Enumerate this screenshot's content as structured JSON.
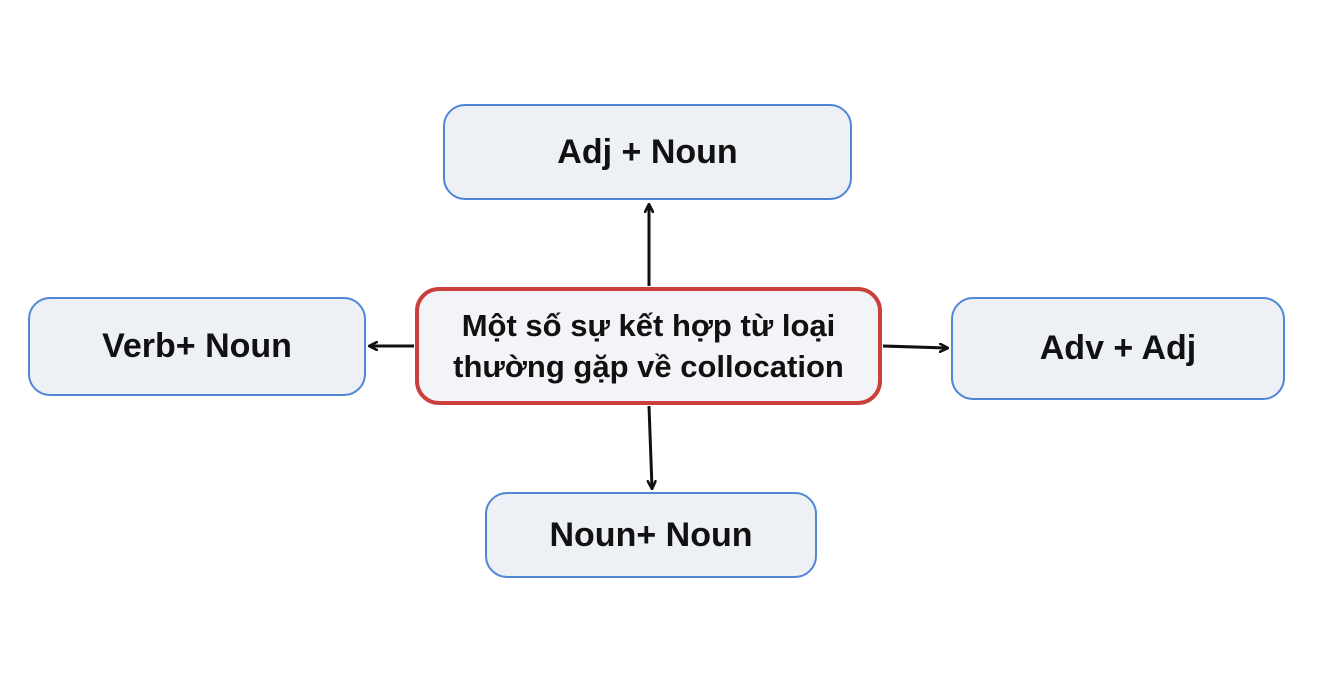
{
  "diagram": {
    "center": {
      "line1": "Một số sự kết hợp từ loại",
      "line2": "thường gặp về collocation"
    },
    "nodes": {
      "top": "Adj + Noun",
      "left": "Verb+ Noun",
      "right": "Adv + Adj",
      "bottom": "Noun+ Noun"
    },
    "colors": {
      "center_border": "#c9403d",
      "leaf_border": "#4f86d6",
      "leaf_fill": "#edf0f5",
      "arrow": "#111111"
    }
  }
}
